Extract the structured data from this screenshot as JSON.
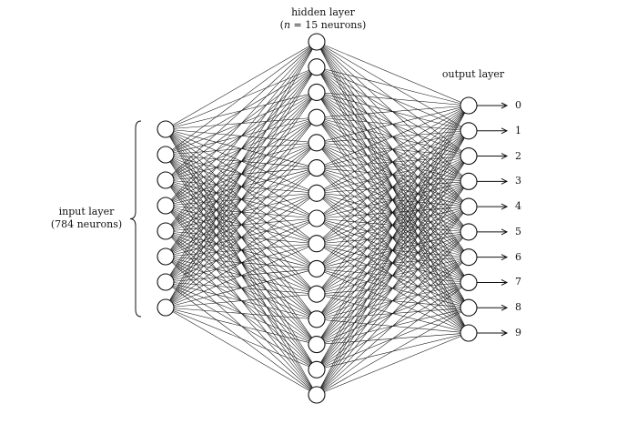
{
  "diagram": {
    "hidden_layer": {
      "title": "hidden layer",
      "subtitle_italic": "n",
      "subtitle_rest": " = 15 neurons)",
      "neuron_count": 15
    },
    "output_layer": {
      "title": "output layer",
      "labels": [
        "0",
        "1",
        "2",
        "3",
        "4",
        "5",
        "6",
        "7",
        "8",
        "9"
      ]
    },
    "input_layer": {
      "title": "input layer",
      "subtitle": "(784 neurons)",
      "drawn_neuron_count": 8
    },
    "colors": {
      "stroke": "#111111",
      "fill": "#ffffff"
    }
  }
}
